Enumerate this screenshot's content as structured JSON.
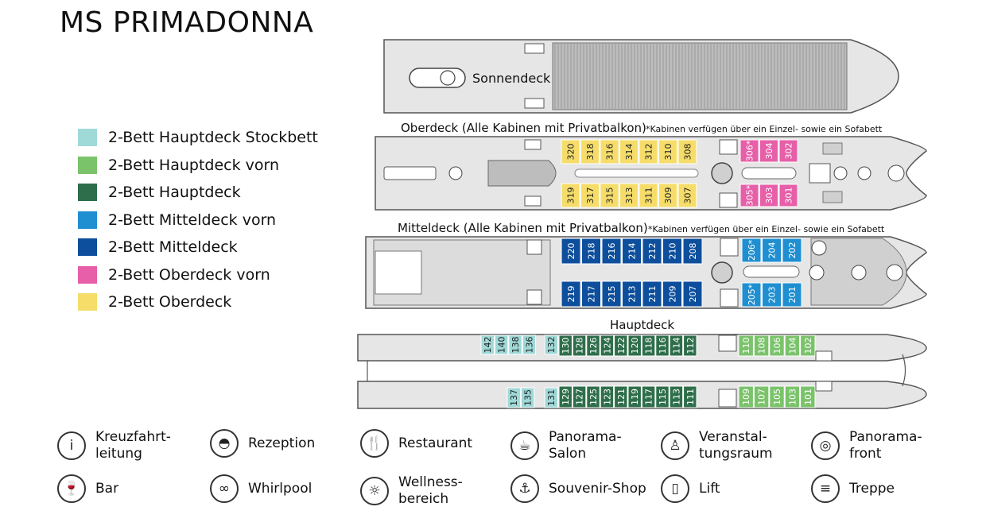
{
  "title": "MS PRIMADONNA",
  "colors": {
    "stockbett": "#9fd9d8",
    "hauptdeck_vorn": "#7bc36b",
    "hauptdeck": "#2e6e4a",
    "mitteldeck_vorn": "#1f8fd1",
    "mitteldeck": "#0d4f9c",
    "oberdeck_vorn": "#e65fa8",
    "oberdeck": "#f6dd6a"
  },
  "legend": [
    {
      "label": "2-Bett Hauptdeck Stockbett",
      "color": "#9fd9d8"
    },
    {
      "label": "2-Bett Hauptdeck vorn",
      "color": "#7bc36b"
    },
    {
      "label": "2-Bett Hauptdeck",
      "color": "#2e6e4a"
    },
    {
      "label": "2-Bett Mitteldeck vorn",
      "color": "#1f8fd1"
    },
    {
      "label": "2-Bett Mitteldeck",
      "color": "#0d4f9c"
    },
    {
      "label": "2-Bett Oberdeck vorn",
      "color": "#e65fa8"
    },
    {
      "label": "2-Bett Oberdeck",
      "color": "#f6dd6a"
    }
  ],
  "decks": {
    "sonnendeck": {
      "name": "Sonnendeck"
    },
    "oberdeck": {
      "name": "Oberdeck (Alle Kabinen mit Privatbalkon)",
      "note": "*Kabinen verfügen über ein Einzel- sowie ein Sofabett",
      "top": [
        "320",
        "318",
        "316",
        "314",
        "312",
        "310",
        "308"
      ],
      "bottom": [
        "319",
        "317",
        "315",
        "313",
        "311",
        "309",
        "307"
      ],
      "front_top": [
        "306*",
        "304",
        "302"
      ],
      "front_bottom": [
        "305*",
        "303",
        "301"
      ]
    },
    "mitteldeck": {
      "name": "Mitteldeck (Alle Kabinen mit Privatbalkon)",
      "note": "*Kabinen verfügen über ein Einzel- sowie ein Sofabett",
      "top": [
        "220",
        "218",
        "216",
        "214",
        "212",
        "210",
        "208"
      ],
      "bottom": [
        "219",
        "217",
        "215",
        "213",
        "211",
        "209",
        "207"
      ],
      "front_top": [
        "206*",
        "204",
        "202"
      ],
      "front_bottom": [
        "205*",
        "203",
        "201"
      ]
    },
    "hauptdeck": {
      "name": "Hauptdeck",
      "top_stock": [
        "142",
        "140",
        "138",
        "136"
      ],
      "top_mid": [
        "132"
      ],
      "top_main": [
        "130",
        "128",
        "126",
        "124",
        "122",
        "120",
        "118",
        "116",
        "114",
        "112"
      ],
      "top_front": [
        "110",
        "108",
        "106",
        "104",
        "102"
      ],
      "bottom_stock": [
        "137",
        "135"
      ],
      "bottom_mid": [
        "131"
      ],
      "bottom_main": [
        "129",
        "127",
        "125",
        "123",
        "121",
        "119",
        "117",
        "115",
        "113",
        "111"
      ],
      "bottom_front": [
        "109",
        "107",
        "105",
        "103",
        "101"
      ]
    }
  },
  "facilities": [
    {
      "icon": "info-icon",
      "glyph": "i",
      "label": "Kreuzfahrt-\nleitung"
    },
    {
      "icon": "reception-icon",
      "glyph": "◓",
      "label": "Rezeption"
    },
    {
      "icon": "restaurant-icon",
      "glyph": "🍴",
      "label": "Restaurant"
    },
    {
      "icon": "panorama-salon-icon",
      "glyph": "☕",
      "label": "Panorama-\nSalon"
    },
    {
      "icon": "event-room-icon",
      "glyph": "♙",
      "label": "Veranstal-\ntungsraum"
    },
    {
      "icon": "panorama-front-icon",
      "glyph": "◎",
      "label": "Panorama-\nfront"
    },
    {
      "icon": "bar-icon",
      "glyph": "🍷",
      "label": "Bar"
    },
    {
      "icon": "whirlpool-icon",
      "glyph": "∞",
      "label": "Whirlpool"
    },
    {
      "icon": "wellness-icon",
      "glyph": "☼",
      "label": "Wellness-\nbereich"
    },
    {
      "icon": "souvenir-shop-icon",
      "glyph": "⚓",
      "label": "Souvenir-Shop"
    },
    {
      "icon": "lift-icon",
      "glyph": "▯",
      "label": "Lift"
    },
    {
      "icon": "stairs-icon",
      "glyph": "≡",
      "label": "Treppe"
    }
  ]
}
